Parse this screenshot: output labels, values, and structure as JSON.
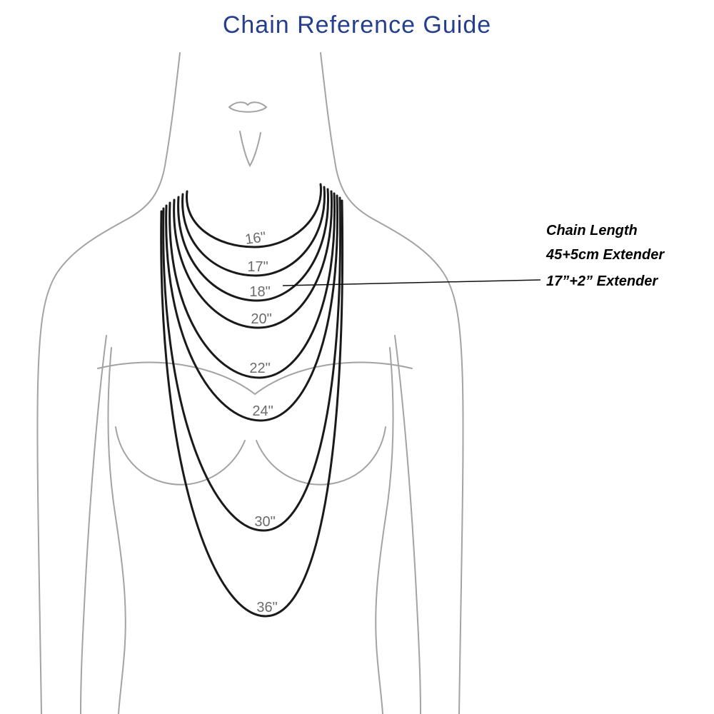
{
  "title": "Chain Reference Guide",
  "colors": {
    "title": "#253e8d",
    "chain": "#1a1a1a",
    "figure": "#a3a3a3",
    "label": "#6b6b6b",
    "annotation": "#000000"
  },
  "chains": [
    {
      "label": "16\""
    },
    {
      "label": "17\""
    },
    {
      "label": "18\""
    },
    {
      "label": "20\""
    },
    {
      "label": "22\""
    },
    {
      "label": "24\""
    },
    {
      "label": "30\""
    },
    {
      "label": "36\""
    }
  ],
  "annotations": [
    {
      "text": "Chain Length"
    },
    {
      "text": "45+5cm Extender"
    },
    {
      "text": "17”+2” Extender"
    }
  ]
}
